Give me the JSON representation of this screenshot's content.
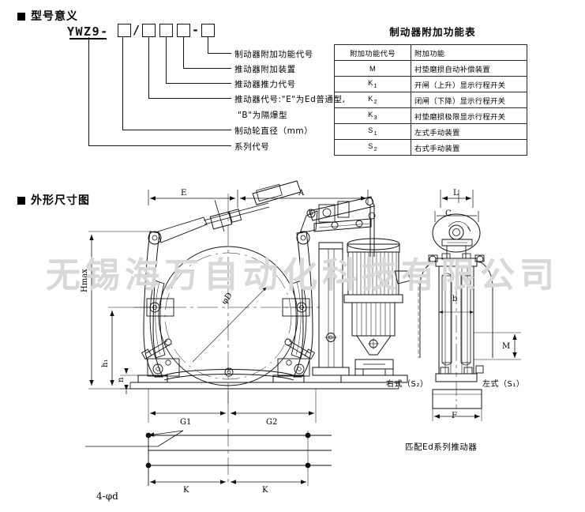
{
  "sections": {
    "model_meaning_title": "型号意义",
    "outline_dim_title": "外形尺寸图"
  },
  "model_code": {
    "prefix": "YWZ9-",
    "separator_slash": "/",
    "separator_dash": "-",
    "boxes": [
      "",
      "",
      "",
      "",
      ""
    ],
    "legend": [
      "制动器附加功能代号",
      "推动器附加装置",
      "推动器推力代号",
      "推动器代号:\"E\"为Ed普通型,",
      "\"B\"为隔爆型",
      "制动轮直径（mm）",
      "系列代号"
    ]
  },
  "function_table": {
    "title": "制动器附加功能表",
    "headers": [
      "附加功能代号",
      "附加功能"
    ],
    "rows": [
      {
        "code": "M",
        "sub": "",
        "desc": "衬垫磨损自动补偿装置"
      },
      {
        "code": "K",
        "sub": "1",
        "desc": "开闸（上升）显示行程开关"
      },
      {
        "code": "K",
        "sub": "2",
        "desc": "闭闸（下降）显示行程开关"
      },
      {
        "code": "K",
        "sub": "3",
        "desc": "衬垫磨损极限显示行程开关"
      },
      {
        "code": "S",
        "sub": "1",
        "desc": "左式手动装置"
      },
      {
        "code": "S",
        "sub": "2",
        "desc": "右式手动装置"
      }
    ]
  },
  "watermark": {
    "text": "无锡海万自动化科技有限公司"
  },
  "drawing": {
    "dimensions": {
      "E": "E",
      "A": "A",
      "L": "L",
      "C": "C",
      "F": "F",
      "M": "M",
      "b": "b",
      "Hmax": "Hmax",
      "h1": "h₁",
      "n": "n",
      "G1": "G1",
      "G2": "G2",
      "K_left": "K",
      "K_right": "K",
      "phiD": "φD",
      "hole_callout": "4-φd"
    },
    "labels": {
      "right_type": "右式（S₂）",
      "left_type": "左式（S₁）",
      "pusher_note": "匹配Ed系列推动器"
    }
  },
  "colors": {
    "line": "#111111",
    "watermark": "#d8d8d8",
    "background": "#ffffff"
  }
}
